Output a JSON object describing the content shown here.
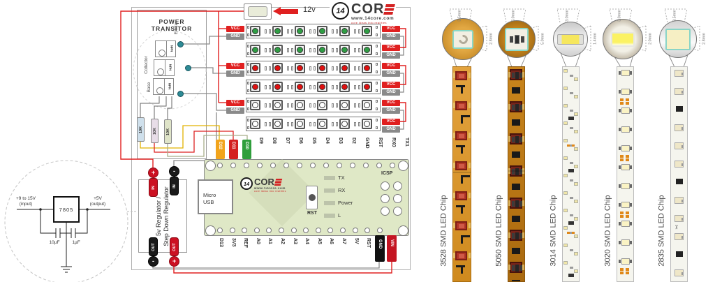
{
  "logo": {
    "badge": "14",
    "word": "COR",
    "url": "www.14core.com",
    "tagline": "core ideas into realities"
  },
  "power_input": {
    "label": "12v"
  },
  "transistor_section": {
    "title_line1": "POWER",
    "title_line2": "TRANSITOR",
    "emitter": "Emiter",
    "collector": "Collector",
    "base": "Base",
    "type": "NPN",
    "resistor_value": "10K",
    "resistor_colors": [
      "#cfe0ec",
      "#e8dde8",
      "#dfe4c8"
    ]
  },
  "strip_bus": {
    "vcc": "VCC",
    "gnd": "GND",
    "vcc_bg": "#e02020",
    "gnd_bg": "#8a8a8a",
    "rows": [
      {
        "led": "green"
      },
      {
        "led": "green"
      },
      {
        "led": "red"
      },
      {
        "led": "red"
      },
      {
        "led": "white"
      },
      {
        "led": "white"
      }
    ],
    "led_colors": {
      "green": "#2f9e44",
      "red": "#e01010",
      "white": "#ffffff"
    }
  },
  "arduino": {
    "top_pins": [
      {
        "label": "D12",
        "hl": "#f2a41c"
      },
      {
        "label": "D11",
        "hl": "#d42020"
      },
      {
        "label": "D10",
        "hl": "#2f9e3c"
      },
      {
        "label": "D9"
      },
      {
        "label": "D8"
      },
      {
        "label": "D7"
      },
      {
        "label": "D6"
      },
      {
        "label": "D5"
      },
      {
        "label": "D4"
      },
      {
        "label": "D3"
      },
      {
        "label": "D2"
      },
      {
        "label": "GND"
      },
      {
        "label": "RST"
      },
      {
        "label": "RX0"
      },
      {
        "label": "TX1"
      }
    ],
    "bottom_pins": [
      {
        "label": "D13"
      },
      {
        "label": "3V3"
      },
      {
        "label": "REF"
      },
      {
        "label": "A0"
      },
      {
        "label": "A1"
      },
      {
        "label": "A2"
      },
      {
        "label": "A3"
      },
      {
        "label": "A4"
      },
      {
        "label": "A5"
      },
      {
        "label": "A6"
      },
      {
        "label": "A7"
      },
      {
        "label": "5V"
      },
      {
        "label": "RST"
      },
      {
        "label": "GND",
        "hl": "#111111"
      },
      {
        "label": "VIN",
        "hl": "#c41522"
      }
    ],
    "usb_line1": "Micro",
    "usb_line2": "USB",
    "reset": "RST",
    "indicators": [
      "TX",
      "RX",
      "Power",
      "L"
    ],
    "icsp": "ICSP"
  },
  "regulator_module": {
    "line1": "5v Regulator /",
    "line2": "Step Down Regulator",
    "in": "IN",
    "out": "OUT",
    "plus": "+",
    "minus": "-"
  },
  "regulator_7805": {
    "input": "+9 to 15V",
    "input_sub": "(input)",
    "chip": "7805",
    "output": "+5V",
    "output_sub": "(output)",
    "cap1": "10µF",
    "cap2": "1µF"
  },
  "products": [
    {
      "name": "3528 SMD LED Chip",
      "width": "3.5mm",
      "height": "2.8mm",
      "style": "3528"
    },
    {
      "name": "5050 SMD LED Chip",
      "width": "5.0mm",
      "height": "5.0mm",
      "style": "5050"
    },
    {
      "name": "3014 SMD LED Chip",
      "width": "3.0mm",
      "height": "1.4mm",
      "style": "3014"
    },
    {
      "name": "3020 SMD LED Chip",
      "width": "3.0mm",
      "height": "2.0mm",
      "style": "3020"
    },
    {
      "name": "2835 SMD LED Chip",
      "width": "3.5mm",
      "height": "2.8mm",
      "style": "2835"
    }
  ]
}
